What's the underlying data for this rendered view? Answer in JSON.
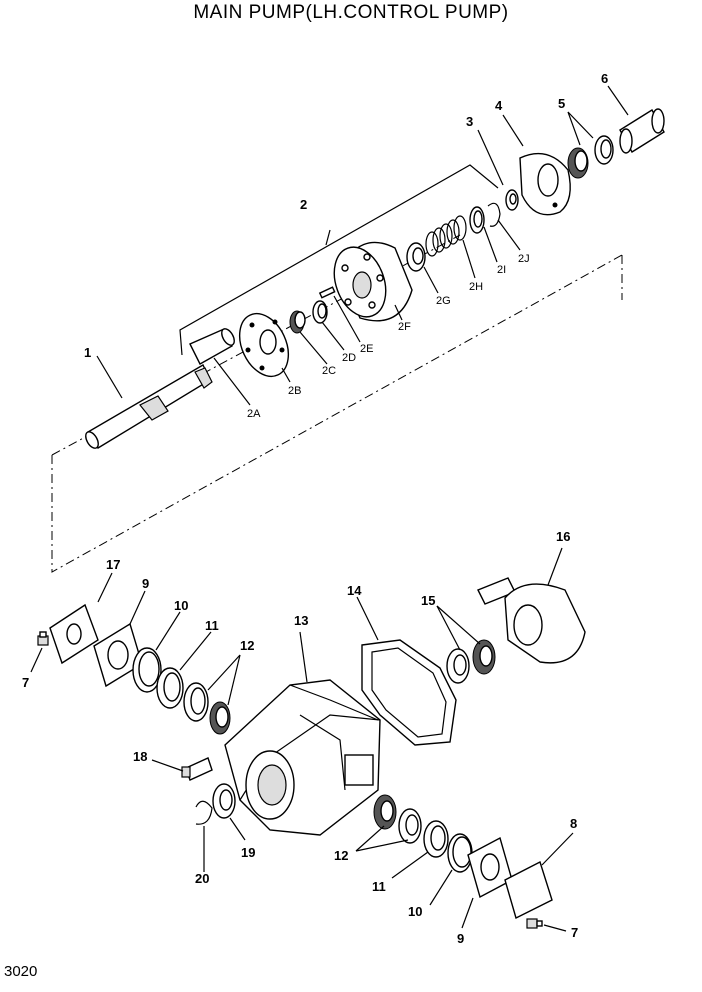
{
  "title": "MAIN PUMP(LH.CONTROL PUMP)",
  "figure_number": "3020",
  "callouts": {
    "c1": "1",
    "c2": "2",
    "c3": "3",
    "c4": "4",
    "c5": "5",
    "c6": "6",
    "c2A": "2A",
    "c2B": "2B",
    "c2C": "2C",
    "c2D": "2D",
    "c2E": "2E",
    "c2F": "2F",
    "c2G": "2G",
    "c2H": "2H",
    "c2I": "2I",
    "c2J": "2J",
    "c7a": "7",
    "c7b": "7",
    "c8": "8",
    "c9a": "9",
    "c9b": "9",
    "c10a": "10",
    "c10b": "10",
    "c11a": "11",
    "c11b": "11",
    "c12a": "12",
    "c12b": "12",
    "c13": "13",
    "c14": "14",
    "c15": "15",
    "c16": "16",
    "c17": "17",
    "c18": "18",
    "c19": "19",
    "c20": "20"
  }
}
